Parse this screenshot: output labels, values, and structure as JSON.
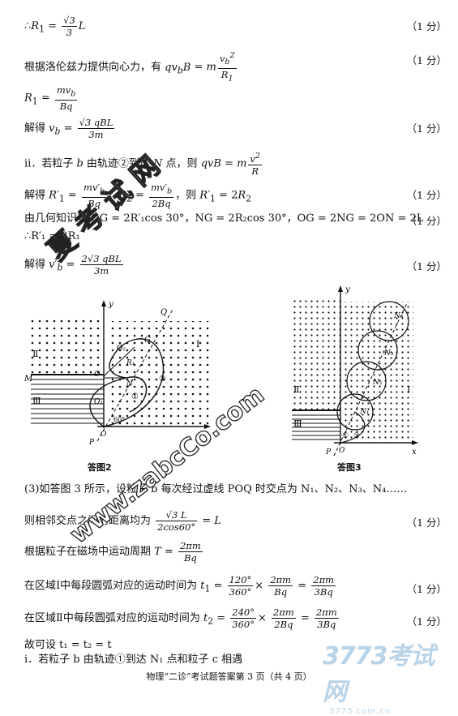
{
  "lines": {
    "l1": "∴R₁ = √3/3 L",
    "l2": "根据洛伦兹力提供向心力，有 qv_bB = m v_b²/R₁",
    "l3": "R₁ = mv_b/Bq",
    "l4": "解得 v_b = √3 qBL/3m",
    "l5": "ⅱ．若粒子 b 由轨迹②到达 N 点，则 qvB = m v²/R",
    "l6": "解得 R′₁ = mv′_b/Bq，R₂ = mv′_b/2Bq，则 R′₁ = 2R₂",
    "l7": "由几何知识有 OG = 2R′₁cos 30°，NG = 2R₂cos 30°，OG = 2NG = 2ON = 2L",
    "l8": "∴R′₁ = 2R₁",
    "l9": "解得 v′_b = 2√3 qBL/3m",
    "l10": "(3)如答图 3 所示，设粒子 b 每次经过虚线 POQ 时交点为 N₁、N₂、N₃、N₄……",
    "l11": "则相邻交点之间的距离均为 √3L/2cos60° = L",
    "l12": "根据粒子在磁场中运动周期 T = 2πm/Bq",
    "l13": "在区域Ⅰ中每段圆弧对应的运动时间为 t₁ = 120°/360° × 2πm/Bq = 2πm/3Bq",
    "l14": "在区域Ⅱ中每段圆弧对应的运动时间为 t₂ = 240°/360° × 2πm/2Bq = 2πm/3Bq",
    "l15": "故可设 t₁ = t₂ = t",
    "l16": "ⅰ．若粒子 b 由轨迹①到达 N₁ 点和粒子 c 相遇"
  },
  "points": "（1 分）",
  "fig2": {
    "caption": "答图2",
    "labels": [
      "y",
      "Q",
      "G",
      "O₂",
      "R₁",
      "Ⅱ",
      "Ⅰ",
      "M",
      "O",
      "N",
      "②",
      "Ⅲ",
      "O₁",
      "①",
      "60°",
      "O",
      "x",
      "P"
    ]
  },
  "fig3": {
    "caption": "答图3",
    "labels": [
      "y",
      "N₄",
      "Ⅱ",
      "Ⅰ",
      "N₃",
      "N₂",
      "N₁",
      "Ⅲ",
      "O",
      "x",
      "P",
      "①",
      "②"
    ]
  },
  "footer": "物理“二诊”考试题答案第 3 页（共 4 页）",
  "watermarks": {
    "w1": "夏 考 试 网",
    "w2": "www.zabcCo.com"
  },
  "logo": {
    "big": "3773考试网",
    "small": "3773.com.cn"
  }
}
